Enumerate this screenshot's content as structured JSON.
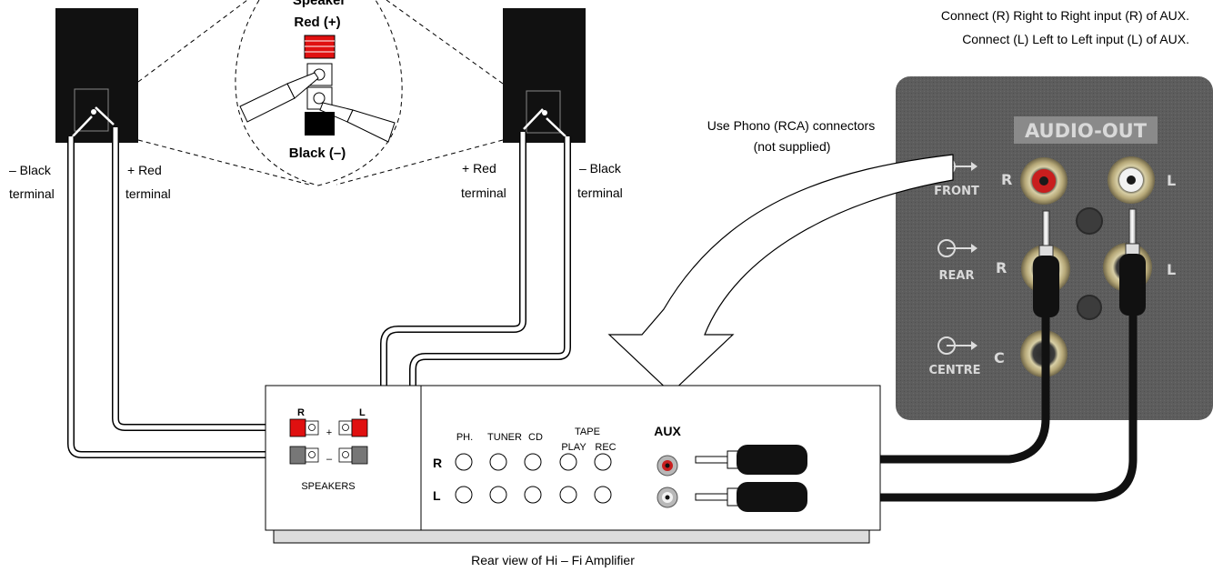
{
  "top_notes": {
    "line1": "Connect (R) Right to Right input (R) of AUX.",
    "line2": "Connect (L) Left to Left input (L) of AUX."
  },
  "speaker_detail": {
    "title": "Speaker",
    "red_label": "Red (+)",
    "black_label": "Black (–)"
  },
  "left_speaker": {
    "neg_label_1": "– Black",
    "neg_label_2": "terminal",
    "pos_label_1": "+ Red",
    "pos_label_2": "terminal"
  },
  "right_speaker": {
    "pos_label_1": "+ Red",
    "pos_label_2": "terminal",
    "neg_label_1": "– Black",
    "neg_label_2": "terminal"
  },
  "phono_note": {
    "line1": "Use Phono (RCA) connectors",
    "line2": "(not supplied)"
  },
  "audio_panel": {
    "header": "AUDIO-OUT",
    "front": "FRONT",
    "rear": "REAR",
    "centre": "CENTRE",
    "r1": "R",
    "l1": "L",
    "r2": "R",
    "l2": "L",
    "c": "C",
    "colors": {
      "panel": "#5a5a5a",
      "red_jack": "#c81e1e",
      "white_jack": "#f2f2f2"
    }
  },
  "amplifier": {
    "caption": "Rear view of Hi – Fi Amplifier",
    "speakers_label": "SPEAKERS",
    "spk_r": "R",
    "spk_l": "L",
    "plus": "+",
    "minus": "–",
    "inputs": [
      "PH.",
      "TUNER",
      "CD"
    ],
    "tape": "TAPE",
    "play": "PLAY",
    "rec": "REC",
    "aux": "AUX",
    "row_r": "R",
    "row_l": "L"
  }
}
